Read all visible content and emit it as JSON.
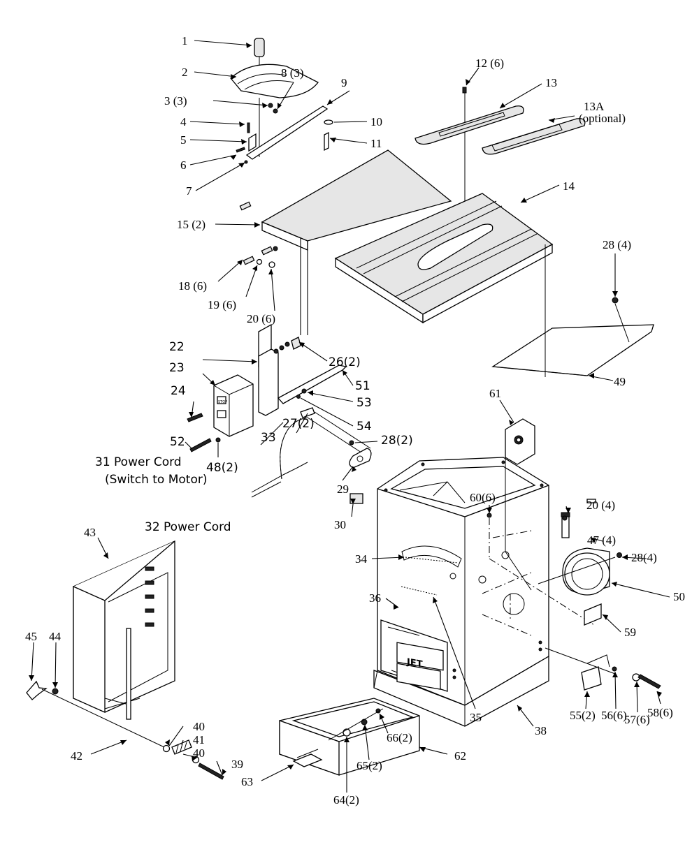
{
  "labels": {
    "l1": "1",
    "l2": "2",
    "l3": "3 (3)",
    "l4": "4",
    "l5": "5",
    "l6": "6",
    "l7": "7",
    "l8": "8 (3)",
    "l9": "9",
    "l10": "10",
    "l11": "11",
    "l12": "12 (6)",
    "l13": "13",
    "l13a_1": "13A",
    "l13a_2": "(optional)",
    "l14": "14",
    "l15": "15 (2)",
    "l18": "18 (6)",
    "l19": "19 (6)",
    "l20a": "20 (6)",
    "l28a": "28 (4)",
    "l22": "22",
    "l23": "23",
    "l24": "24",
    "l26": "26(2)",
    "l51": "51",
    "l53": "53",
    "l54": "54",
    "l49": "49",
    "l61": "61",
    "l52": "52",
    "l48": "48(2)",
    "l33": "33",
    "l27": "27(2)",
    "l28b": "28(2)",
    "l31_1": "31 Power Cord",
    "l31_2": "(Switch to Motor)",
    "l32": "32 Power Cord",
    "l29": "29",
    "l30": "30",
    "l60": "60(6)",
    "l20b": "20 (4)",
    "l47": "47 (4)",
    "l43": "43",
    "l45": "45",
    "l44": "44",
    "l34": "34",
    "l28c": "28(4)",
    "l50": "50",
    "l36": "36",
    "l59": "59",
    "l40a": "40",
    "l41": "41",
    "l40b": "40",
    "l39": "39",
    "l42": "42",
    "l35": "35",
    "l38": "38",
    "l58": "58(6)",
    "l55": "55(2)",
    "l56": "56(6)",
    "l57": "57(6)",
    "l62": "62",
    "l66": "66(2)",
    "l63": "63",
    "l65": "65(2)",
    "l64": "64(2)"
  },
  "decals": {
    "brand_plate": "JET",
    "switch_plate": "STOP"
  }
}
